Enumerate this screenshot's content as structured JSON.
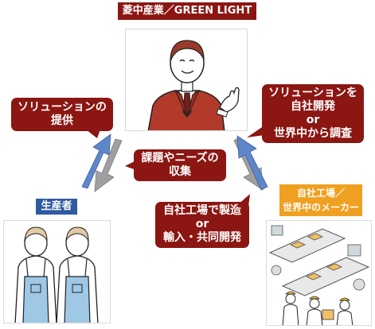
{
  "top_label": "菱中産業／GREEN LIGHT",
  "bubble_left": [
    "ソリューションの",
    "提供"
  ],
  "bubble_right": [
    "ソリューションを",
    "自社開発",
    "or",
    "世界中から調査"
  ],
  "bubble_center": [
    "課題やニーズの",
    "収集"
  ],
  "bubble_bottom": [
    "自社工場で製造",
    "or",
    "輸入・共同開発"
  ],
  "producer_label": "生産者",
  "factory_label": [
    "自社工場／",
    "世界中のメーカー"
  ],
  "colors": {
    "brand_red": "#8b1612",
    "label_blue": "#2f5aa0",
    "label_orange": "#f0a020",
    "arrow_blue": "#5f86c8",
    "arrow_gray": "#a0a0a0"
  }
}
